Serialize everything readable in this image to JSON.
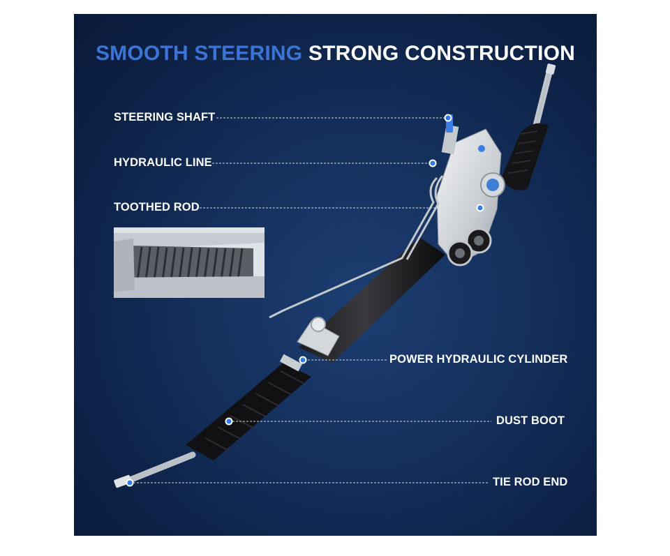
{
  "title": {
    "accent": "SMOOTH STEERING",
    "main": "STRONG CONSTRUCTION"
  },
  "callouts": [
    {
      "key": "steering_shaft",
      "label": "STEERING SHAFT"
    },
    {
      "key": "hydraulic_line",
      "label": "HYDRAULIC LINE"
    },
    {
      "key": "toothed_rod",
      "label": "TOOTHED ROD"
    },
    {
      "key": "power_cylinder",
      "label": "POWER HYDRAULIC CYLINDER"
    },
    {
      "key": "dust_boot",
      "label": "DUST BOOT"
    },
    {
      "key": "tie_rod_end",
      "label": "TIE ROD END"
    }
  ],
  "colors": {
    "background": "#14305c",
    "accent": "#3c74d6",
    "text": "#ffffff",
    "marker": "#2f7be8"
  },
  "images": {
    "product": "power-steering-rack-and-pinion-assembly",
    "inset": "toothed-rod-closeup"
  }
}
